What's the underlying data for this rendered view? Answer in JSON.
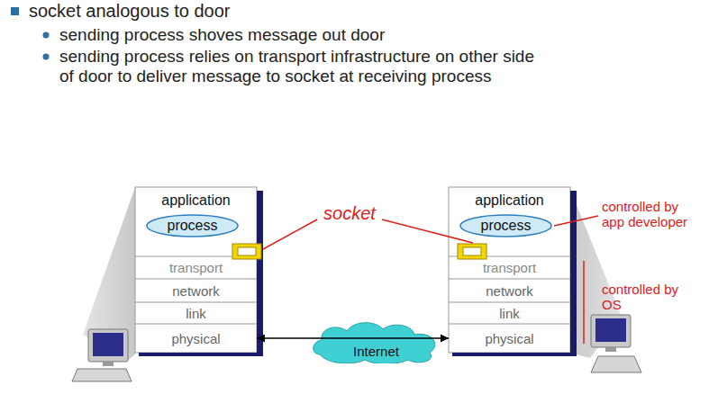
{
  "diagram": {
    "nodes": [
      {
        "text": [
          "application"
        ]
      },
      {
        "text": [
          "process"
        ],
        "in": 0
      },
      {
        "text": [
          "transport"
        ]
      },
      {
        "text": [
          "network"
        ]
      },
      {
        "text": [
          "link"
        ]
      },
      {
        "text": [
          "physical"
        ]
      },
      {
        "text": [
          "Internet"
        ]
      },
      {
        "text": [
          "application"
        ]
      },
      {
        "text": [
          "process"
        ],
        "in": 7
      },
      {
        "text": [
          "transport"
        ]
      },
      {
        "text": [
          "network"
        ]
      },
      {
        "text": [
          "link"
        ]
      },
      {
        "text": [
          "physical"
        ]
      }
    ],
    "edges": [
      {
        "from": 5,
        "to": 12,
        "arrow": "both"
      }
    ],
    "labels": [
      "socket analogous to door",
      "sending process shoves message out door",
      "sending process relies on transport infrastructure on other side of door to deliver message to socket at receiving process",
      "socket",
      "controlled by app developer",
      "controlled by OS"
    ]
  }
}
